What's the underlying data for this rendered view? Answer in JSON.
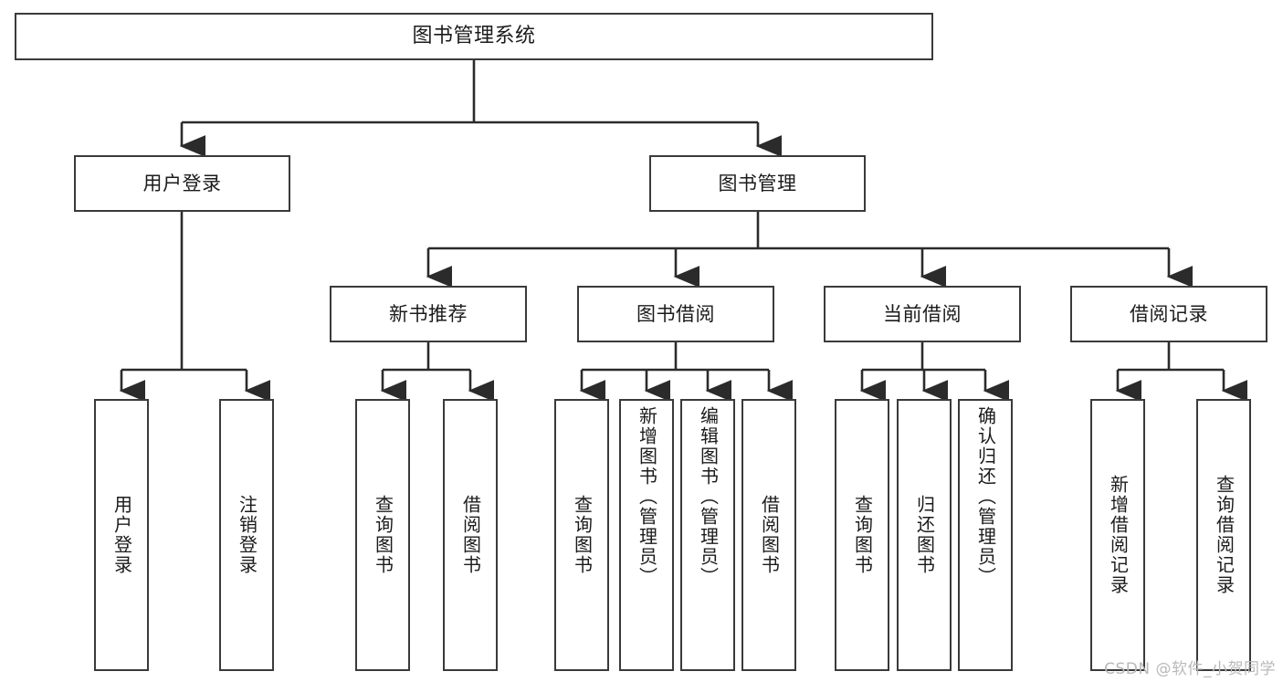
{
  "diagram": {
    "type": "tree",
    "title": "图书管理系统",
    "watermark": "CSDN @软件_小贺同学",
    "colors": {
      "background": "#ffffff",
      "box_border": "#3a3a3a",
      "box_fill": "#ffffff",
      "connector": "#2b2b2b",
      "text": "#1b1b1b",
      "watermark": "#b9b9b9"
    },
    "nodes": {
      "root": {
        "label": "图书管理系统"
      },
      "level2": [
        {
          "id": "user-login",
          "label": "用户登录"
        },
        {
          "id": "book-manage",
          "label": "图书管理"
        }
      ],
      "level3": [
        {
          "id": "new-book-rec",
          "label": "新书推荐"
        },
        {
          "id": "book-borrow",
          "label": "图书借阅"
        },
        {
          "id": "current-borrow",
          "label": "当前借阅"
        },
        {
          "id": "borrow-record",
          "label": "借阅记录"
        }
      ],
      "leaves": {
        "user-login": [
          {
            "id": "leaf-user-login",
            "label": "用户登录"
          },
          {
            "id": "leaf-user-logout",
            "label": "注销登录"
          }
        ],
        "new-book-rec": [
          {
            "id": "leaf-query-book-1",
            "label": "查询图书"
          },
          {
            "id": "leaf-borrow-book-1",
            "label": "借阅图书"
          }
        ],
        "book-borrow": [
          {
            "id": "leaf-query-book-2",
            "label": "查询图书"
          },
          {
            "id": "leaf-add-book",
            "label": "新增图书（管理员）"
          },
          {
            "id": "leaf-edit-book",
            "label": "编辑图书（管理员）"
          },
          {
            "id": "leaf-borrow-book-2",
            "label": "借阅图书"
          }
        ],
        "current-borrow": [
          {
            "id": "leaf-query-book-3",
            "label": "查询图书"
          },
          {
            "id": "leaf-return-book",
            "label": "归还图书"
          },
          {
            "id": "leaf-confirm-return",
            "label": "确认归还（管理员）"
          }
        ],
        "borrow-record": [
          {
            "id": "leaf-add-record",
            "label": "新增借阅记录"
          },
          {
            "id": "leaf-query-record",
            "label": "查询借阅记录"
          }
        ]
      }
    }
  }
}
